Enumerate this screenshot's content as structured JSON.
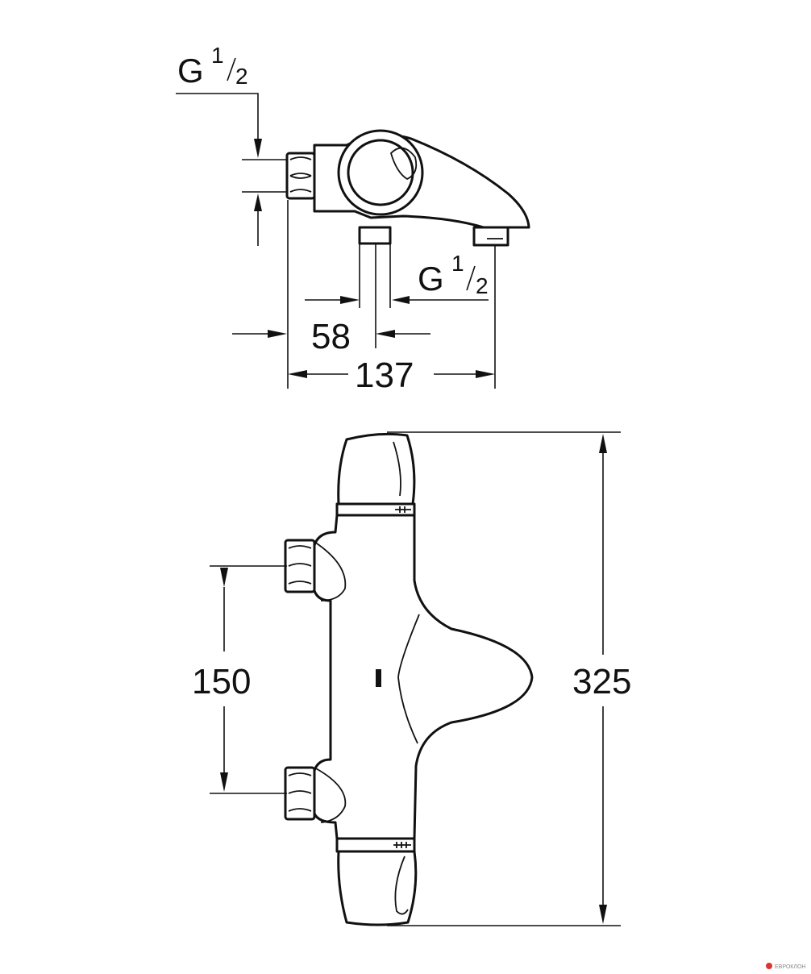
{
  "top_view": {
    "inlet_thread": {
      "letter": "G",
      "num": "1",
      "den": "2"
    },
    "outlet_thread": {
      "letter": "G",
      "num": "1",
      "den": "2"
    },
    "dim_outlet_offset": "58",
    "dim_depth": "137"
  },
  "front_view": {
    "dim_inlet_spacing": "150",
    "dim_height": "325"
  },
  "watermark": "ЕВРОКЛОН"
}
